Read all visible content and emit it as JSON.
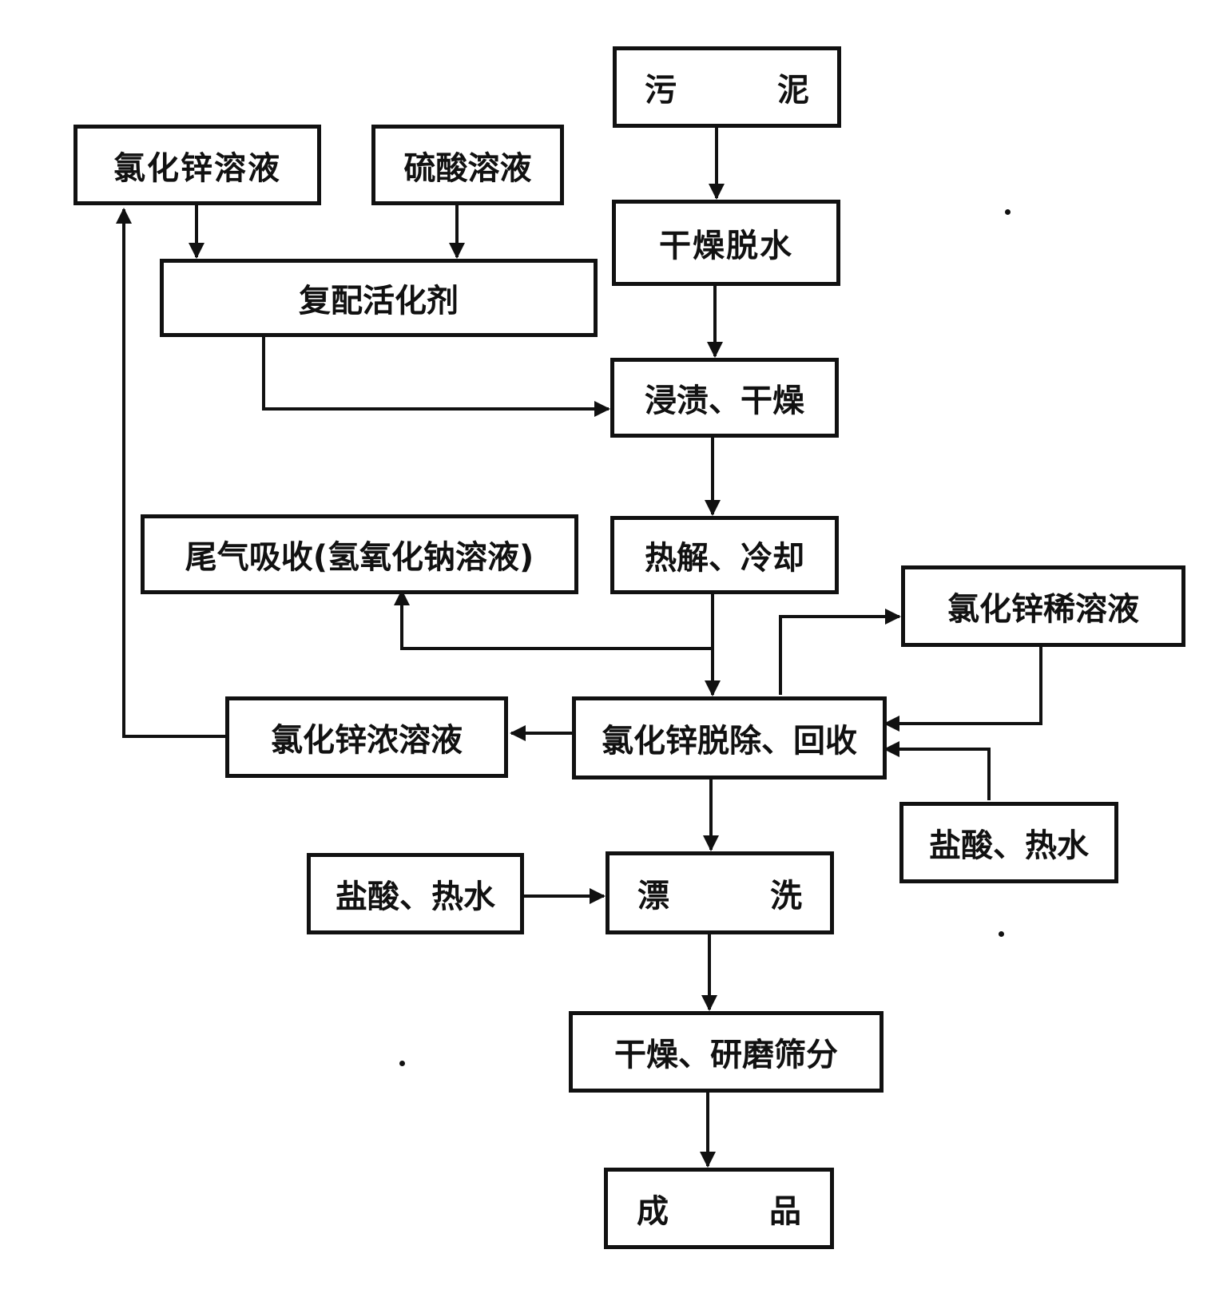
{
  "diagram": {
    "sludge": "污 泥",
    "dry_dewater": "干燥脱水",
    "zncl2_solution": "氯化锌溶液",
    "h2so4_solution": "硫酸溶液",
    "composite_activator": "复配活化剂",
    "impregnate_dry": "浸渍、干燥",
    "tail_gas_absorption": "尾气吸收(氢氧化钠溶液)",
    "pyrolysis_cool": "热解、冷却",
    "zncl2_dilute_solution": "氯化锌稀溶液",
    "zncl2_concentrated_solution": "氯化锌浓溶液",
    "zncl2_removal_recovery": "氯化锌脱除、回收",
    "hcl_hot_water_right": "盐酸、热水",
    "hcl_hot_water_left": "盐酸、热水",
    "rinse": "漂 洗",
    "dry_grind_sieve": "干燥、研磨筛分",
    "product": "成 品"
  }
}
